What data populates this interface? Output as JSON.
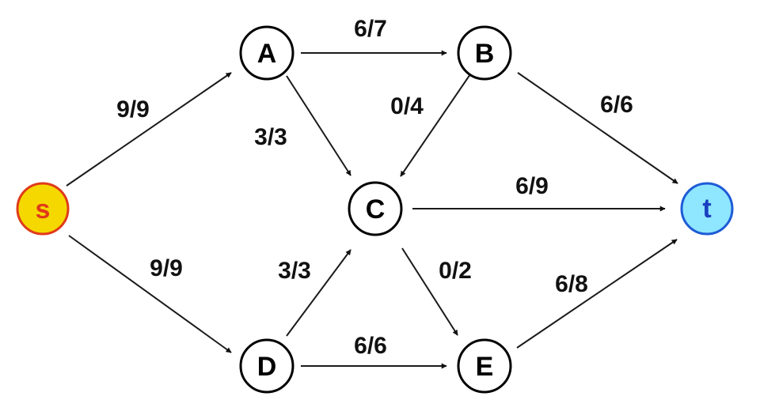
{
  "nodes": {
    "s": {
      "label": "s",
      "fill": "#f5d800",
      "stroke": "#e03a1a",
      "text_color": "#e03a1a"
    },
    "A": {
      "label": "A",
      "fill": "#ffffff",
      "stroke": "#000000",
      "text_color": "#000000"
    },
    "B": {
      "label": "B",
      "fill": "#ffffff",
      "stroke": "#000000",
      "text_color": "#000000"
    },
    "C": {
      "label": "C",
      "fill": "#ffffff",
      "stroke": "#000000",
      "text_color": "#000000"
    },
    "D": {
      "label": "D",
      "fill": "#ffffff",
      "stroke": "#000000",
      "text_color": "#000000"
    },
    "E": {
      "label": "E",
      "fill": "#ffffff",
      "stroke": "#000000",
      "text_color": "#000000"
    },
    "t": {
      "label": "t",
      "fill": "#8fe6ff",
      "stroke": "#1e5bd6",
      "text_color": "#1a3fc0"
    }
  },
  "edges": {
    "s_A": {
      "from": "s",
      "to": "A",
      "label": "9/9"
    },
    "s_D": {
      "from": "s",
      "to": "D",
      "label": "9/9"
    },
    "A_B": {
      "from": "A",
      "to": "B",
      "label": "6/7"
    },
    "A_C": {
      "from": "A",
      "to": "C",
      "label": "3/3"
    },
    "B_C": {
      "from": "B",
      "to": "C",
      "label": "0/4"
    },
    "B_t": {
      "from": "B",
      "to": "t",
      "label": "6/6"
    },
    "C_t": {
      "from": "C",
      "to": "t",
      "label": "6/9"
    },
    "C_E": {
      "from": "C",
      "to": "E",
      "label": "0/2"
    },
    "D_C": {
      "from": "D",
      "to": "C",
      "label": "3/3"
    },
    "D_E": {
      "from": "D",
      "to": "E",
      "label": "6/6"
    },
    "E_t": {
      "from": "E",
      "to": "t",
      "label": "6/8"
    }
  }
}
